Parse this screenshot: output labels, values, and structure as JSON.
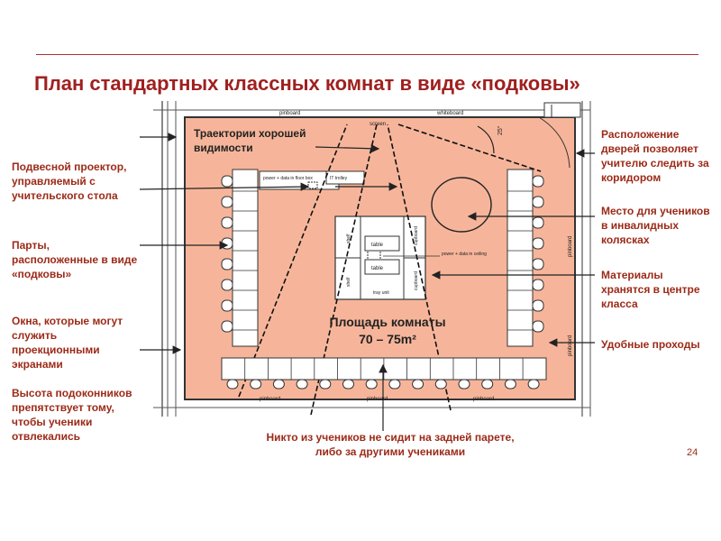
{
  "slide": {
    "title": "План стандартных классных комнат в виде «подковы»",
    "page_number": "24"
  },
  "annotations": {
    "projector": "Подвесной проектор, управляемый с учительского стола",
    "desks": "Парты, расположенные в виде «подковы»",
    "windows": "Окна, которые могут служить проекционными экранами",
    "sills": "Высота подоконников препятствует тому, чтобы ученики отвлекались",
    "doors": "Расположение дверей позволяет учителю следить за коридором",
    "wheelchair": "Место для учеников в инвалидных колясках",
    "materials": "Материалы хранятся в центре класса",
    "aisles": "Удобные проходы",
    "back_row": "Никто из учеников не сидит на задней парете, либо за другими учениками",
    "sightlines": "Траектории хорошей видимости"
  },
  "plan": {
    "area_label": "Площадь комнаты",
    "area_value": "70 – 75m²",
    "pinboard": "pinboard",
    "screen": "screen",
    "whiteboard": "whiteboard",
    "angle": "25°",
    "teacher_desk": "power + data in floor box",
    "it_trolley": "IT trolley",
    "shelf": "shelf",
    "cupboard": "cupboard",
    "table": "table",
    "ceiling": "power + data in ceiling",
    "tray_unit": "tray unit"
  },
  "colors": {
    "room_fill": "#f6b59a",
    "annotation_text": "#9c2a18",
    "title": "#a02020"
  }
}
